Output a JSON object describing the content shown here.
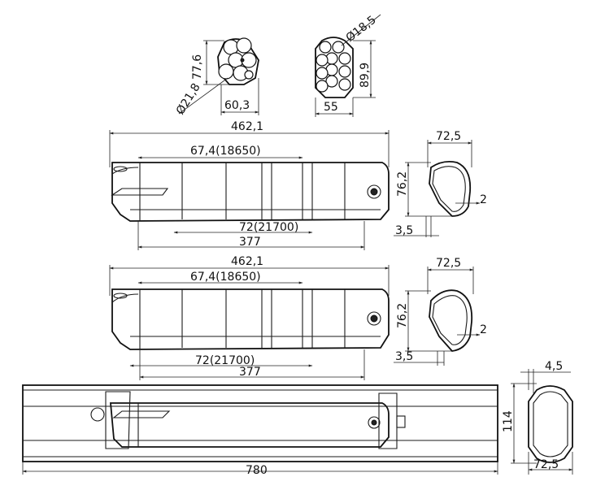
{
  "dimensions": {
    "cell_dia_21700": "Ø21,8",
    "pack_height_21700": "77,6",
    "pack_width_21700": "60,3",
    "cell_dia_18650": "Ø18,5",
    "pack_height_18650": "89,9",
    "pack_width_18650": "55",
    "total_length": "462,1",
    "cell_len_18650": "67,4(18650)",
    "cell_len_21700": "72(21700)",
    "inner_length": "377",
    "profile_width": "72,5",
    "profile_height": "76,2",
    "wall_thickness": "2",
    "offset": "3,5",
    "rail_length": "780",
    "rail_height": "114",
    "rail_wall": "4,5",
    "rail_width": "72,5"
  }
}
